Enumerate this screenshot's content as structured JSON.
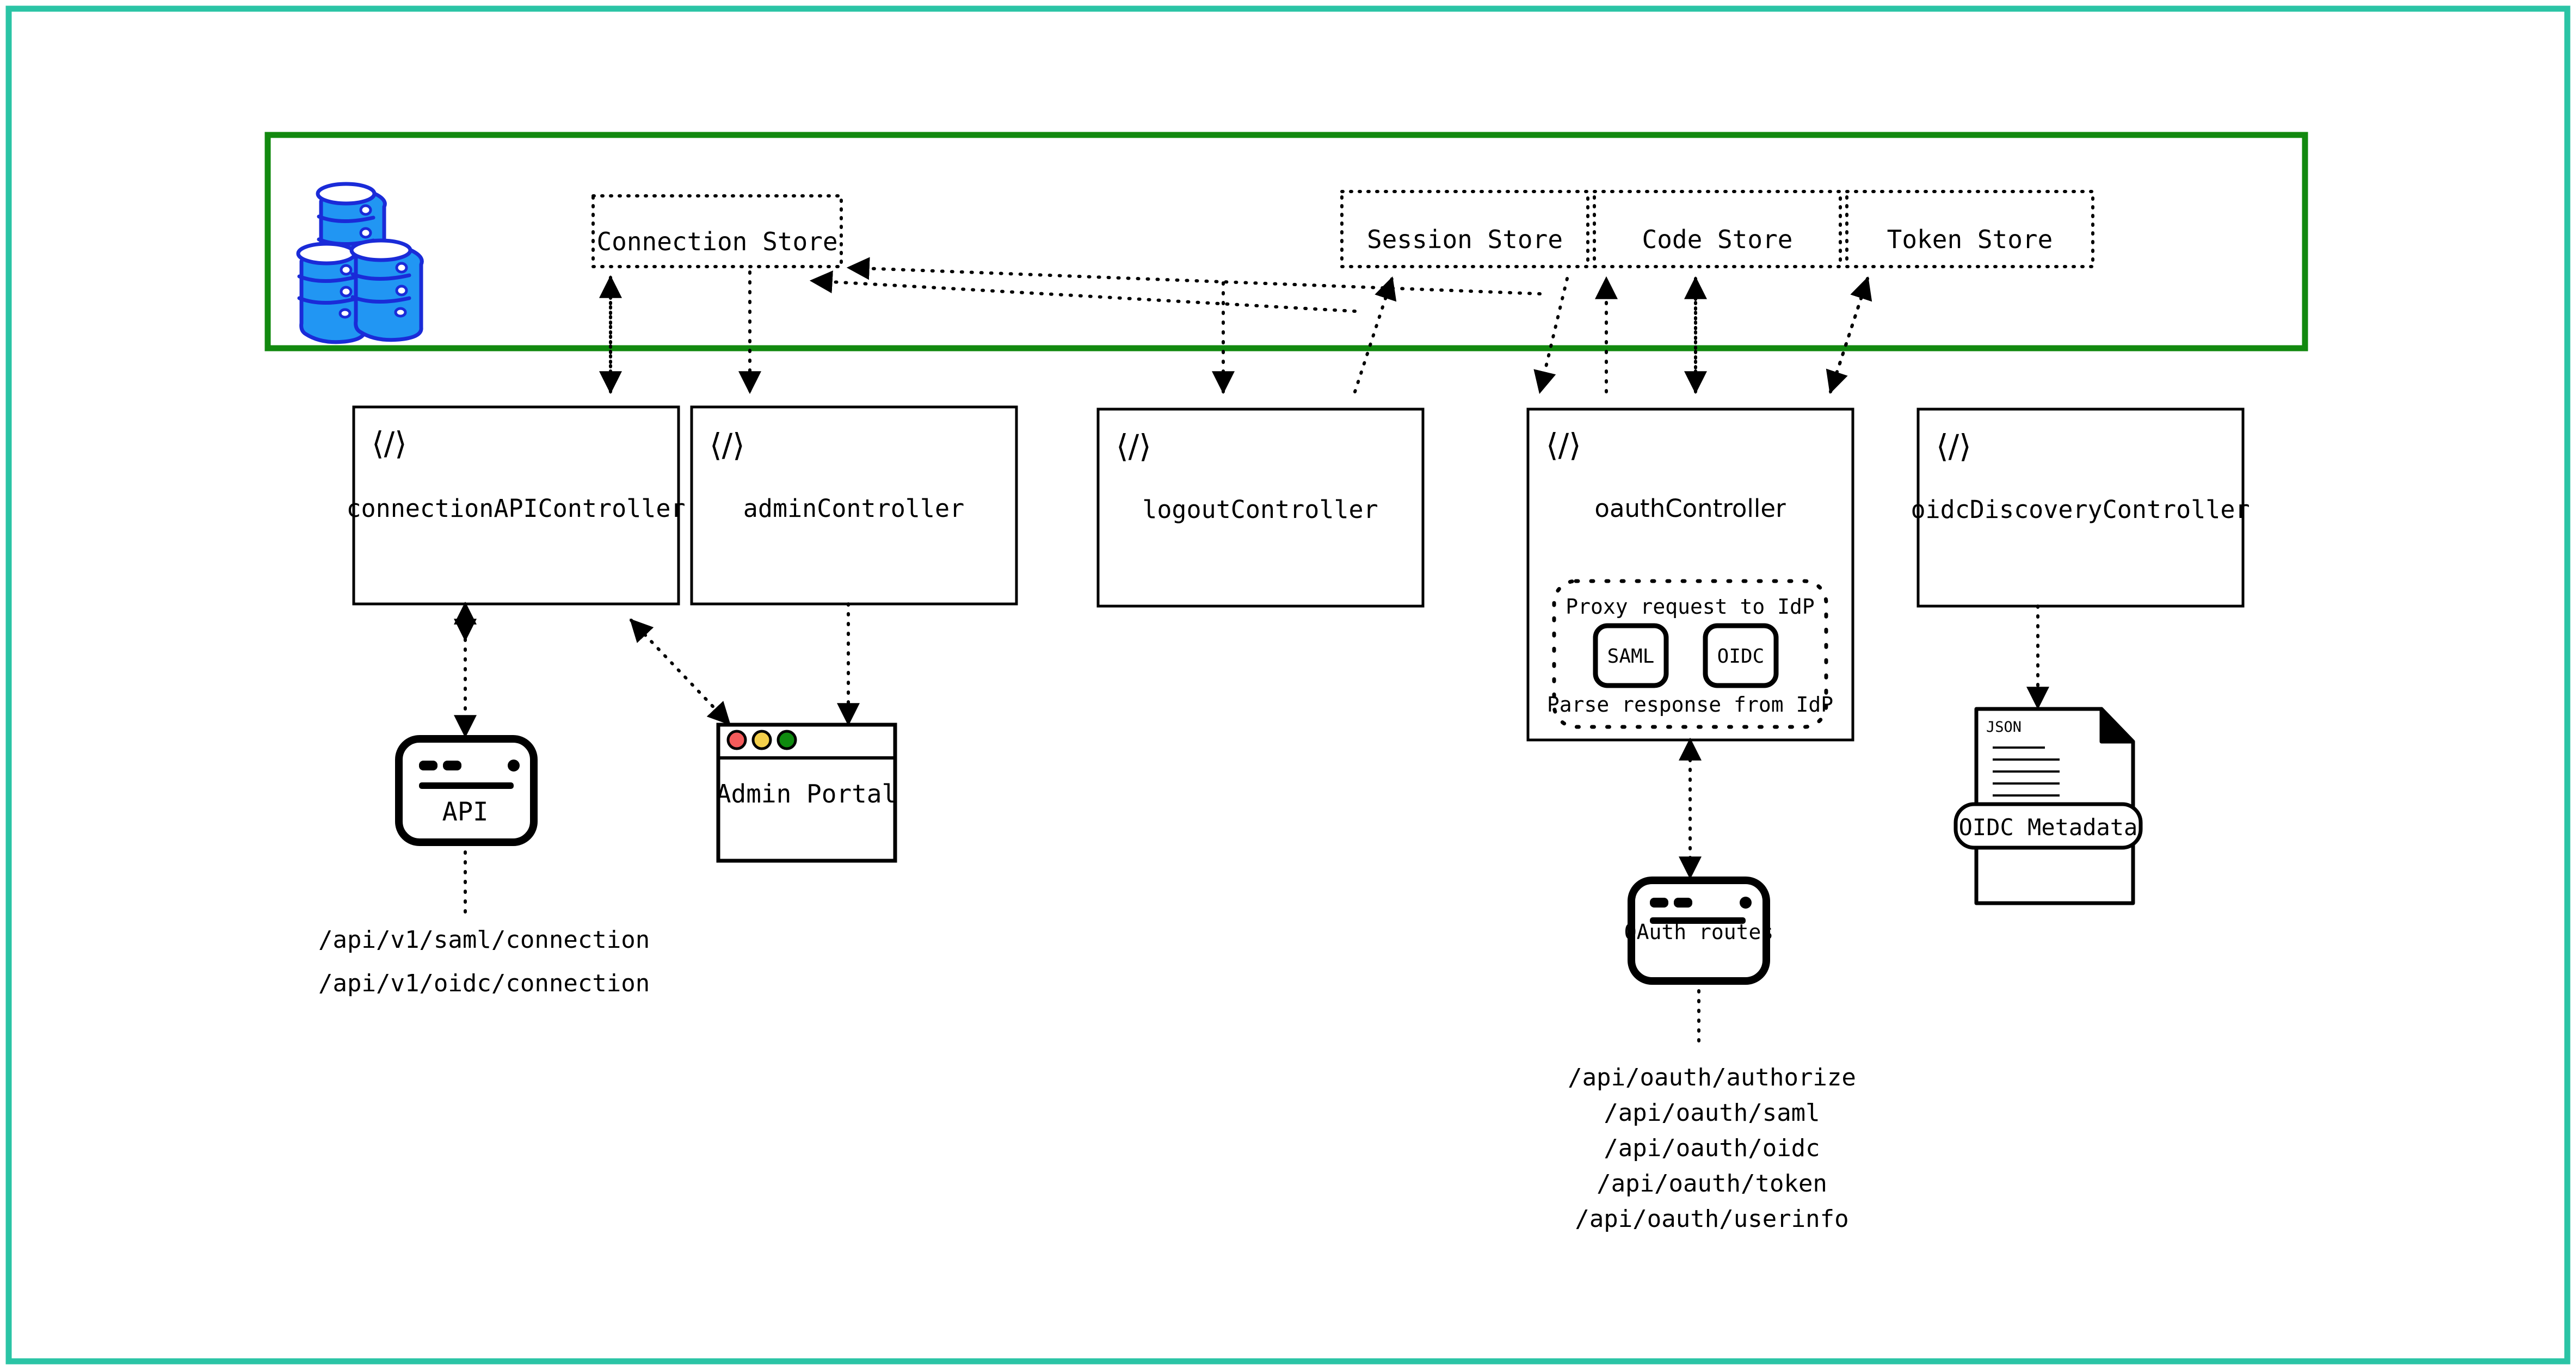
{
  "frame": {
    "outer_color": "#2BC4A5",
    "store_group_color": "#12890F"
  },
  "store_group": {
    "name": "data-stores-group",
    "db_icon": "database-stack-icon",
    "db_color": "#2196F3",
    "db_outline": "#1A2BD8",
    "stores": [
      {
        "label": "Connection Store",
        "name": "connection-store"
      },
      {
        "label": "Session Store",
        "name": "session-store"
      },
      {
        "label": "Code Store",
        "name": "code-store"
      },
      {
        "label": "Token Store",
        "name": "token-store"
      }
    ]
  },
  "controllers": [
    {
      "label": "connectionAPIController",
      "icon": "code-tag-icon"
    },
    {
      "label": "adminController",
      "icon": "code-tag-icon"
    },
    {
      "label": "logoutController",
      "icon": "code-tag-icon"
    },
    {
      "label": "oauthController",
      "icon": "code-tag-icon"
    },
    {
      "label": "oidcDiscoveryController",
      "icon": "code-tag-icon"
    }
  ],
  "idp_panel": {
    "title": "Proxy request to IdP",
    "footer": "Parse response from IdP",
    "protocols": [
      {
        "label": "SAML",
        "name": "saml-protocol-chip"
      },
      {
        "label": "OIDC",
        "name": "oidc-protocol-chip"
      }
    ]
  },
  "clients": {
    "api": {
      "label": "API",
      "icon": "browser-window-icon"
    },
    "admin": {
      "label": "Admin Portal",
      "icon": "browser-window-icon",
      "dots": [
        "#F45B5B",
        "#F3CF4B",
        "#0F8B0F"
      ]
    },
    "oauth": {
      "label": "OAuth routes",
      "icon": "browser-window-icon"
    },
    "metadata": {
      "label": "OIDC Metadata",
      "badge": "JSON",
      "icon": "json-document-icon"
    }
  },
  "endpoints": {
    "connection": [
      "/api/v1/saml/connection",
      "/api/v1/oidc/connection"
    ],
    "oauth": [
      "/api/oauth/authorize",
      "/api/oauth/saml",
      "/api/oauth/oidc",
      "/api/oauth/token",
      "/api/oauth/userinfo"
    ]
  }
}
